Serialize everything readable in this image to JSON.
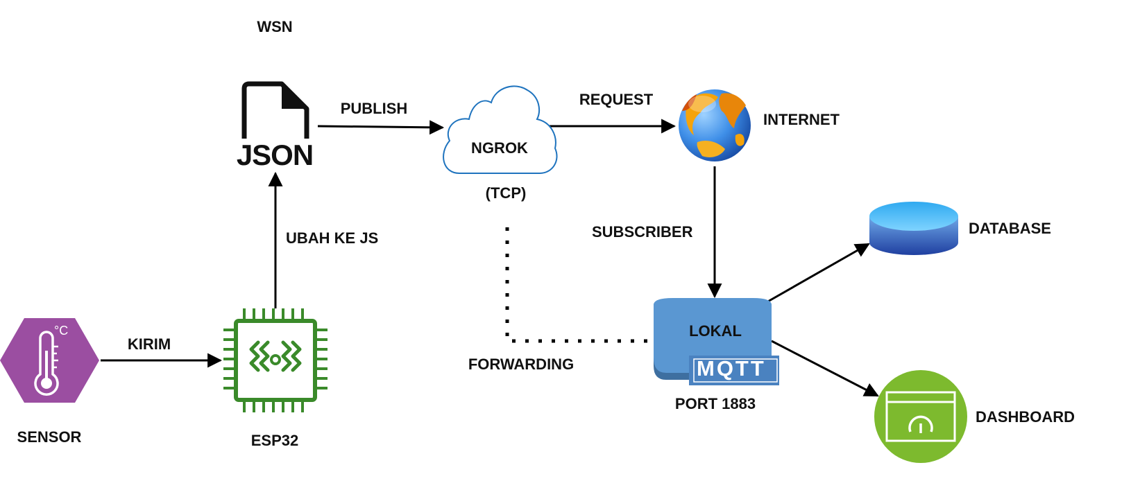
{
  "labels": {
    "wsn": "WSN",
    "publish": "PUBLISH",
    "request": "REQUEST",
    "internet": "INTERNET",
    "ngrok": "NGROK",
    "tcp": "(TCP)",
    "ubah_ke_js": "UBAH KE JS",
    "subscriber": "SUBSCRIBER",
    "database": "DATABASE",
    "kirim": "KIRIM",
    "lokal": "LOKAL",
    "forwarding": "FORWARDING",
    "mqtt": "MQTT",
    "port": "PORT 1883",
    "sensor": "SENSOR",
    "esp32": "ESP32",
    "dashboard": "DASHBOARD",
    "json": "JSON",
    "celsius": "°C"
  },
  "icons": {
    "sensor": "thermometer-icon",
    "esp32": "chip-icon",
    "json": "json-file-icon",
    "ngrok": "cloud-icon",
    "internet": "globe-icon",
    "lokal": "mqtt-server-icon",
    "database": "database-icon",
    "dashboard": "dashboard-gauge-icon"
  },
  "colors": {
    "sensor": "#9B4EA1",
    "esp32": "#3A8A2A",
    "cloud_stroke": "#1E73BE",
    "mqtt_box": "#5A97D2",
    "mqtt_dark": "#3E6FA0",
    "database_top": "#3BB3F2",
    "database_body": "#2B57B5",
    "dashboard": "#7DBA2E",
    "globe_land": "#F5A30A",
    "globe_sea": "#2E7FE0"
  }
}
